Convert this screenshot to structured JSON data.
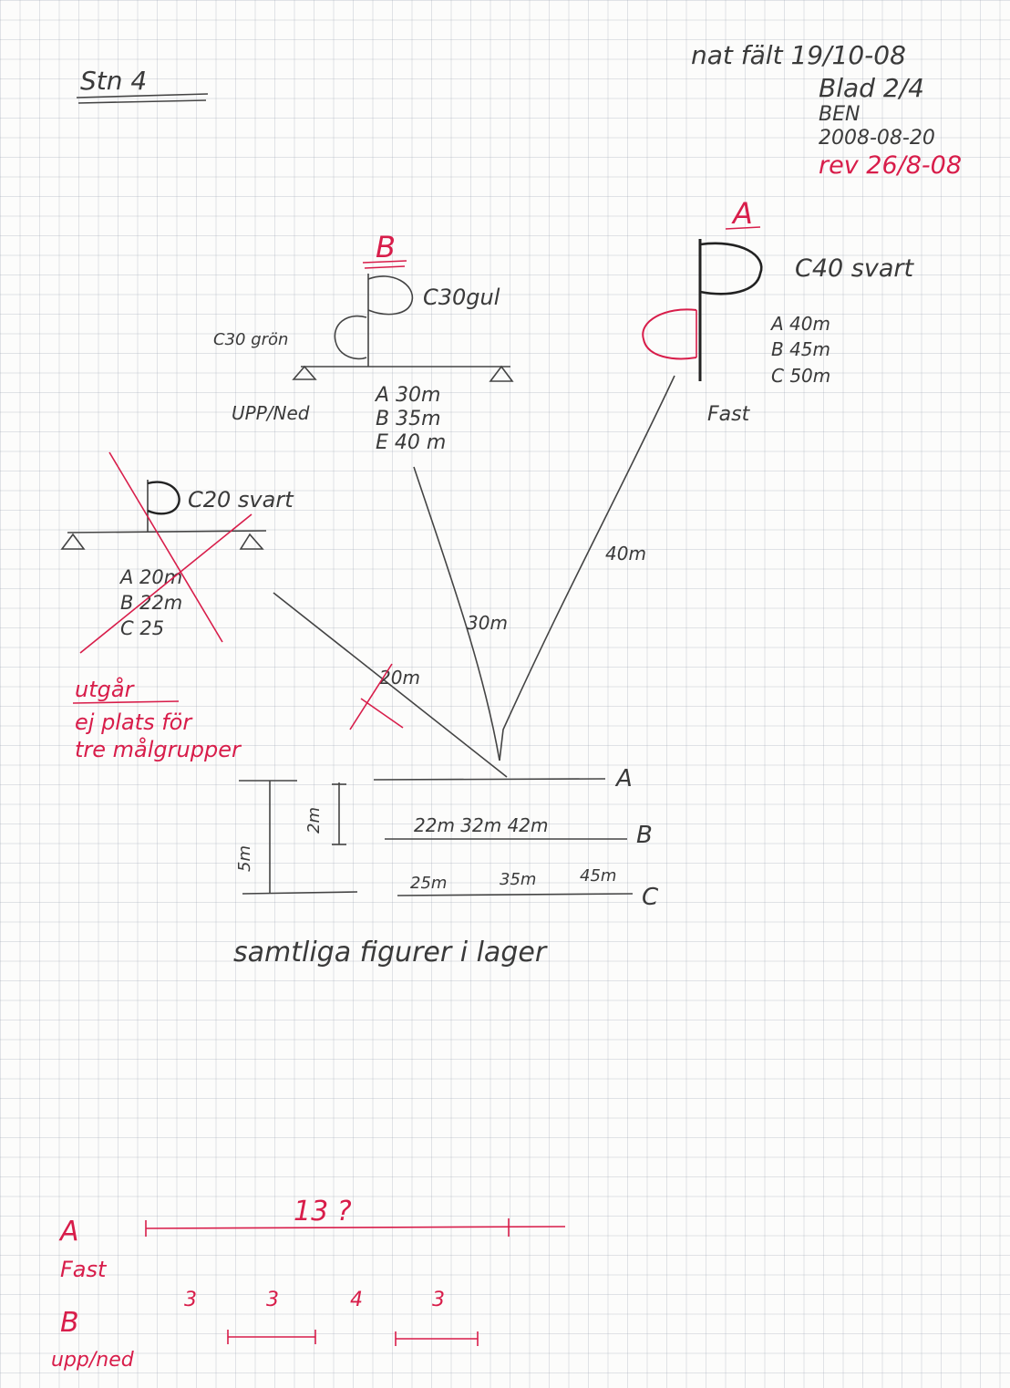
{
  "header": {
    "station": "Stn 4",
    "line1": "nat fält 19/10-08",
    "line2": "Blad 2/4",
    "line3": "BEN",
    "line4": "2008-08-20",
    "revision": "rev 26/8-08"
  },
  "group_A": {
    "letter": "A",
    "target": "C40 svart",
    "distances": [
      "A 40m",
      "B 45m",
      "C 50m"
    ],
    "mode": "Fast"
  },
  "group_B": {
    "letter": "B",
    "target_upper": "C30gul",
    "target_lower": "C30 grön",
    "mode": "UPP/Ned",
    "distances": [
      "A 30m",
      "B 35m",
      "E 40 m"
    ]
  },
  "group_C": {
    "target": "C20 svart",
    "distances": [
      "A 20m",
      "B 22m",
      "C 25"
    ],
    "note_title": "utgår",
    "note_line1": "ej plats för",
    "note_line2": "tre målgrupper"
  },
  "lines": {
    "label_40": "40m",
    "label_30": "30m",
    "label_20": "20m"
  },
  "positions": {
    "row_A": "A",
    "row_B": "B",
    "row_C": "C",
    "row_B_values": "22m 32m 42m",
    "row_C_values": [
      "25m",
      "35m",
      "45m"
    ],
    "dim_2m": "2m",
    "dim_5m": "5m",
    "footnote": "samtliga figurer i lager"
  },
  "bottom": {
    "label_A": "A",
    "label_fast": "Fast",
    "total": "13 ?",
    "segments": [
      "3",
      "3",
      "4",
      "3"
    ],
    "label_B": "B",
    "label_uppned": "upp/ned"
  }
}
